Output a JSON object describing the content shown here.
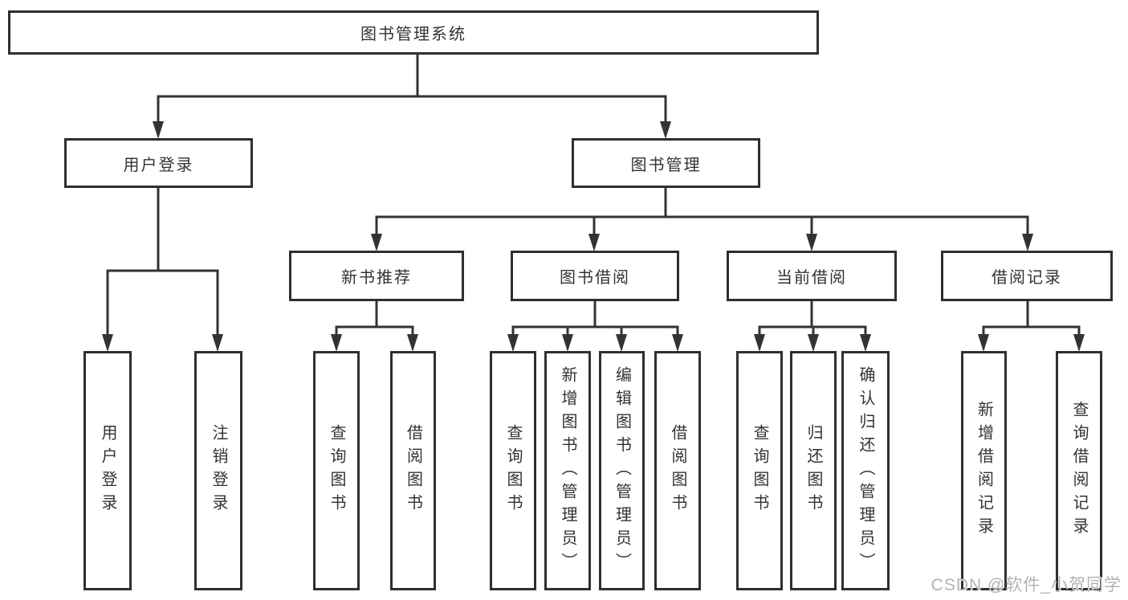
{
  "tree": {
    "root": {
      "label": "图书管理系统"
    },
    "branches": [
      {
        "label": "用户登录",
        "children": [
          {
            "label": "用户登录"
          },
          {
            "label": "注销登录"
          }
        ]
      },
      {
        "label": "图书管理",
        "children": [
          {
            "label": "新书推荐",
            "children": [
              {
                "label": "查询图书"
              },
              {
                "label": "借阅图书"
              }
            ]
          },
          {
            "label": "图书借阅",
            "children": [
              {
                "label": "查询图书"
              },
              {
                "label": "新增图书（管理员）"
              },
              {
                "label": "编辑图书（管理员）"
              },
              {
                "label": "借阅图书"
              }
            ]
          },
          {
            "label": "当前借阅",
            "children": [
              {
                "label": "查询图书"
              },
              {
                "label": "归还图书"
              },
              {
                "label": "确认归还（管理员）"
              }
            ]
          },
          {
            "label": "借阅记录",
            "children": [
              {
                "label": "新增借阅记录"
              },
              {
                "label": "查询借阅记录"
              }
            ]
          }
        ]
      }
    ]
  },
  "watermark": {
    "text": "CSDN @软件_小贺同学"
  },
  "colors": {
    "line": "#333333",
    "box_border": "#2f2f2f",
    "text": "#333333",
    "background": "#ffffff",
    "watermark": "#b3b3b3"
  }
}
